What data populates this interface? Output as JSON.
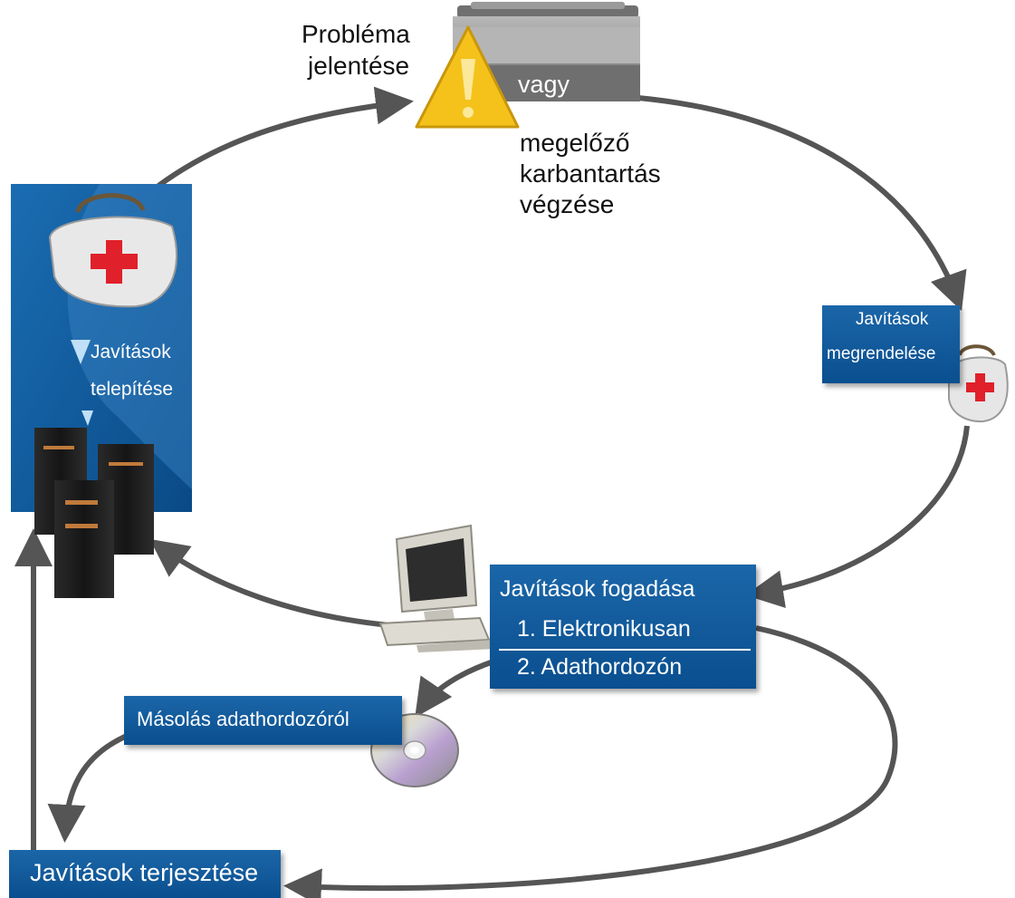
{
  "report": {
    "line1": "Probléma",
    "line2": "jelentése"
  },
  "or_label": "vagy",
  "maintenance": {
    "line1": "megelőző",
    "line2": "karbantartás",
    "line3": "végzése"
  },
  "order_box": {
    "line1": "Javítások",
    "line2": "megrendelése"
  },
  "install_panel": {
    "line1": "Javítások",
    "line2": "telepítése"
  },
  "receive_box": {
    "title": "Javítások fogadása",
    "option1": "1. Elektronikusan",
    "option2": "2. Adathordozón"
  },
  "copy_box": {
    "label": "Másolás adathordozóról"
  },
  "distribute_box": {
    "label": "Javítások terjesztése"
  },
  "colors": {
    "box_blue": "#0f5a9c",
    "warning_yellow": "#f5c518",
    "cross_red": "#e0202a",
    "arrow_gray": "#555555"
  }
}
